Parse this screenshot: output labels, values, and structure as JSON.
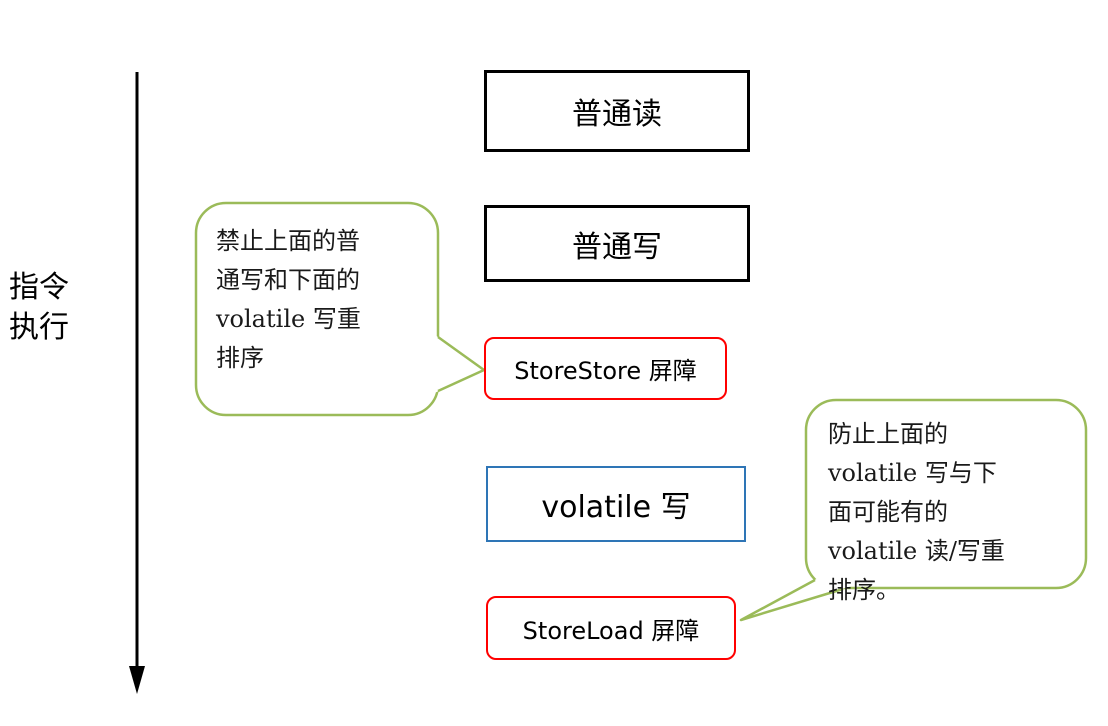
{
  "diagram": {
    "execution_label": "指令\n执行",
    "boxes": [
      {
        "label": "普通读",
        "type": "normal"
      },
      {
        "label": "普通写",
        "type": "normal"
      },
      {
        "label": "StoreStore 屏障",
        "type": "barrier"
      },
      {
        "label": "volatile 写",
        "type": "volatile"
      },
      {
        "label": "StoreLoad 屏障",
        "type": "barrier"
      }
    ],
    "callouts": [
      {
        "text": "禁止上面的普通写和下面的volatile 写重排序"
      },
      {
        "text": "防止上面的volatile 写与下面可能有的 volatile 读/写重排序。"
      }
    ],
    "colors": {
      "normal_box_border": "#000000",
      "barrier_box_border": "#ff0000",
      "volatile_box_border": "#2e75b6",
      "callout_border": "#9bbb59",
      "arrow": "#000000"
    }
  }
}
